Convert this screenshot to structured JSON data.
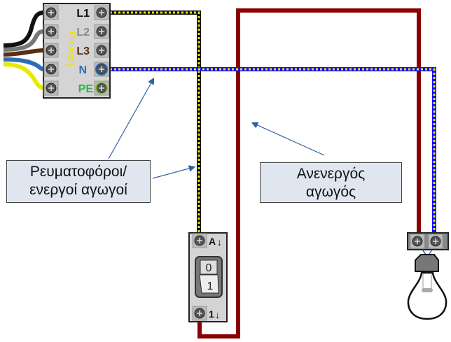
{
  "supply": {
    "title": "Παροχή",
    "terminals": [
      {
        "label": "L1",
        "color": "#111111"
      },
      {
        "label": "L2",
        "color": "#888888"
      },
      {
        "label": "L3",
        "color": "#5a2e12"
      },
      {
        "label": "N",
        "color": "#2e6db4"
      },
      {
        "label": "PE",
        "color": "#2bb24c"
      }
    ]
  },
  "switch": {
    "top_terminal": "A",
    "bottom_terminal": "1",
    "rocker_off": "0",
    "rocker_on": "1"
  },
  "callouts": {
    "live": {
      "line1": "Ρευματοφόροι/",
      "line2": "ενεργοί αγωγοί"
    },
    "dead": {
      "line1": "Ανενεργός",
      "line2": "αγωγός"
    }
  },
  "colors": {
    "live_wire": "#f0e000",
    "neutral_wire": "#1010ff",
    "switched_wire": "#8b0000",
    "callout_bg": "#dfe6f0",
    "arrow": "#2e5fa0"
  }
}
